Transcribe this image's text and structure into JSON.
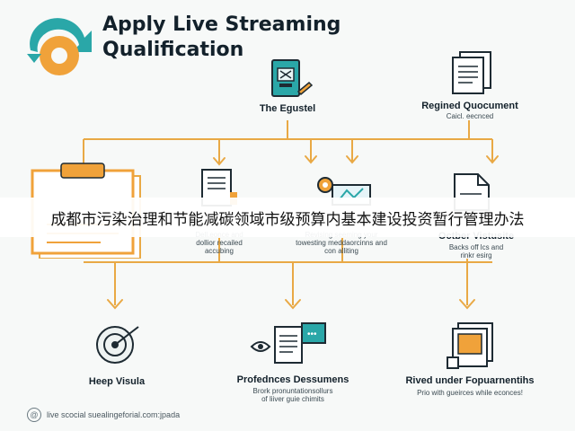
{
  "title_line1": "Apply Live Streaming",
  "title_line2": "Qualification",
  "top_nodes": [
    {
      "label": "The Egustel",
      "sub": ""
    },
    {
      "label": "Regined Quocument",
      "sub": "Caicl. eecnced"
    }
  ],
  "middle_nodes": [
    {
      "label": "",
      "sub1": "Dell.eonce and",
      "sub2": "dollior recailed",
      "sub3": "accubing"
    },
    {
      "label": "",
      "sub1": "Revising seeming your",
      "sub2": "towesting meddaorcinns and",
      "sub3": "con alliting"
    },
    {
      "label": "Octber Vistusite",
      "sub1": "Backs off lcs and",
      "sub2": "rinkr esirg",
      "sub3": ""
    }
  ],
  "bottom_nodes": [
    {
      "label": "Heep Visula",
      "sub1": "",
      "sub2": ""
    },
    {
      "label": "Profednces Dessumens",
      "sub1": "Brork pronuntationsollurs",
      "sub2": "of liiver guie chimits"
    },
    {
      "label": "Rived under Fopuarnentihs",
      "sub1": "Prio with gueirces while econces!",
      "sub2": ""
    }
  ],
  "banner_text": "成都市污染治理和节能减碳领域市级预算内基本建设投资暂行管理办法",
  "footer_text": "live scocial suealingeforial.com:jpada",
  "colors": {
    "accent_orange": "#f0a23a",
    "accent_teal": "#2aa7a8",
    "line": "#e9a945",
    "dark": "#1e2b33"
  }
}
